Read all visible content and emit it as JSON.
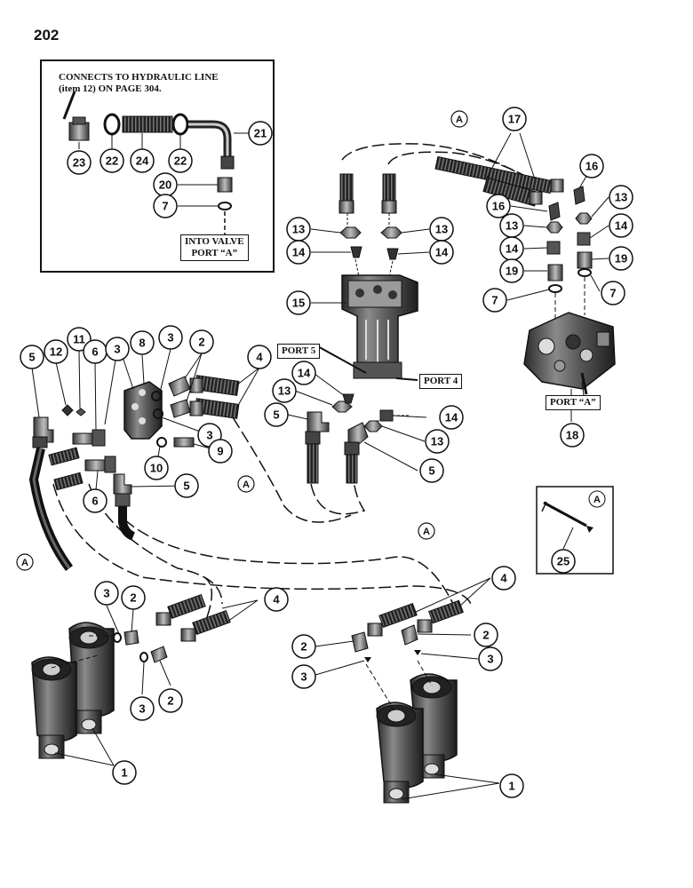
{
  "page_number": "202",
  "inset_top": {
    "note_line1": "CONNECTS TO HYDRAULIC LINE",
    "note_line2": "(item 12) ON PAGE  304.",
    "valve_line1": "INTO VALVE",
    "valve_line2": "PORT “A”"
  },
  "port_labels": {
    "port5": "PORT 5",
    "port4": "PORT 4",
    "portA": "PORT “A”"
  },
  "inset_small": {
    "ref": "A",
    "callout": "25"
  },
  "ref_A": "A",
  "callouts": {
    "c1": "1",
    "c2": "2",
    "c3": "3",
    "c4": "4",
    "c5": "5",
    "c6": "6",
    "c7": "7",
    "c8": "8",
    "c9": "9",
    "c10": "10",
    "c11": "11",
    "c12": "12",
    "c13": "13",
    "c14": "14",
    "c15": "15",
    "c16": "16",
    "c17": "17",
    "c18": "18",
    "c19": "19",
    "c20": "20",
    "c21": "21",
    "c22": "22",
    "c23": "23",
    "c24": "24",
    "c25": "25"
  }
}
